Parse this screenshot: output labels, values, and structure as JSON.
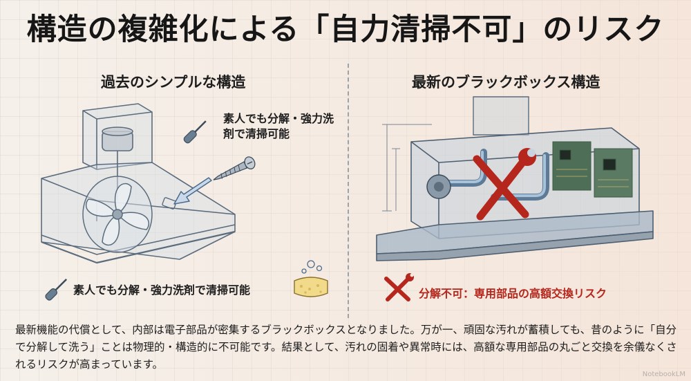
{
  "title": "構造の複雑化による「自力清掃不可」のリスク",
  "left": {
    "heading": "過去のシンプルな構造",
    "note_top": "素人でも分解・強力洗剤で清掃可能",
    "note_bottom": "素人でも分解・強力洗剤で清掃可能",
    "icons": [
      "screwdriver-icon",
      "screw-icon",
      "arrow-icon",
      "fan-icon",
      "sponge-icon"
    ]
  },
  "right": {
    "heading": "最新のブラックボックス構造",
    "warning": "分解不可：専用部品の高額交換リスク",
    "icons": [
      "wrench-cross-icon",
      "circuit-board-icon",
      "pipe-icon"
    ]
  },
  "body": "最新機能の代償として、内部は電子部品が密集するブラックボックスとなりました。万が一、頑固な汚れが蓄積しても、昔のように「自分で分解して洗う」ことは物理的・構造的に不可能です。結果として、汚れの固着や異常時には、高額な専用部品の丸ごと交換を余儀なくされるリスクが高まっています。",
  "watermark": "NotebookLM",
  "colors": {
    "warning": "#b5261c",
    "line": "#5a6b7c",
    "fill": "#c9d7e4"
  }
}
